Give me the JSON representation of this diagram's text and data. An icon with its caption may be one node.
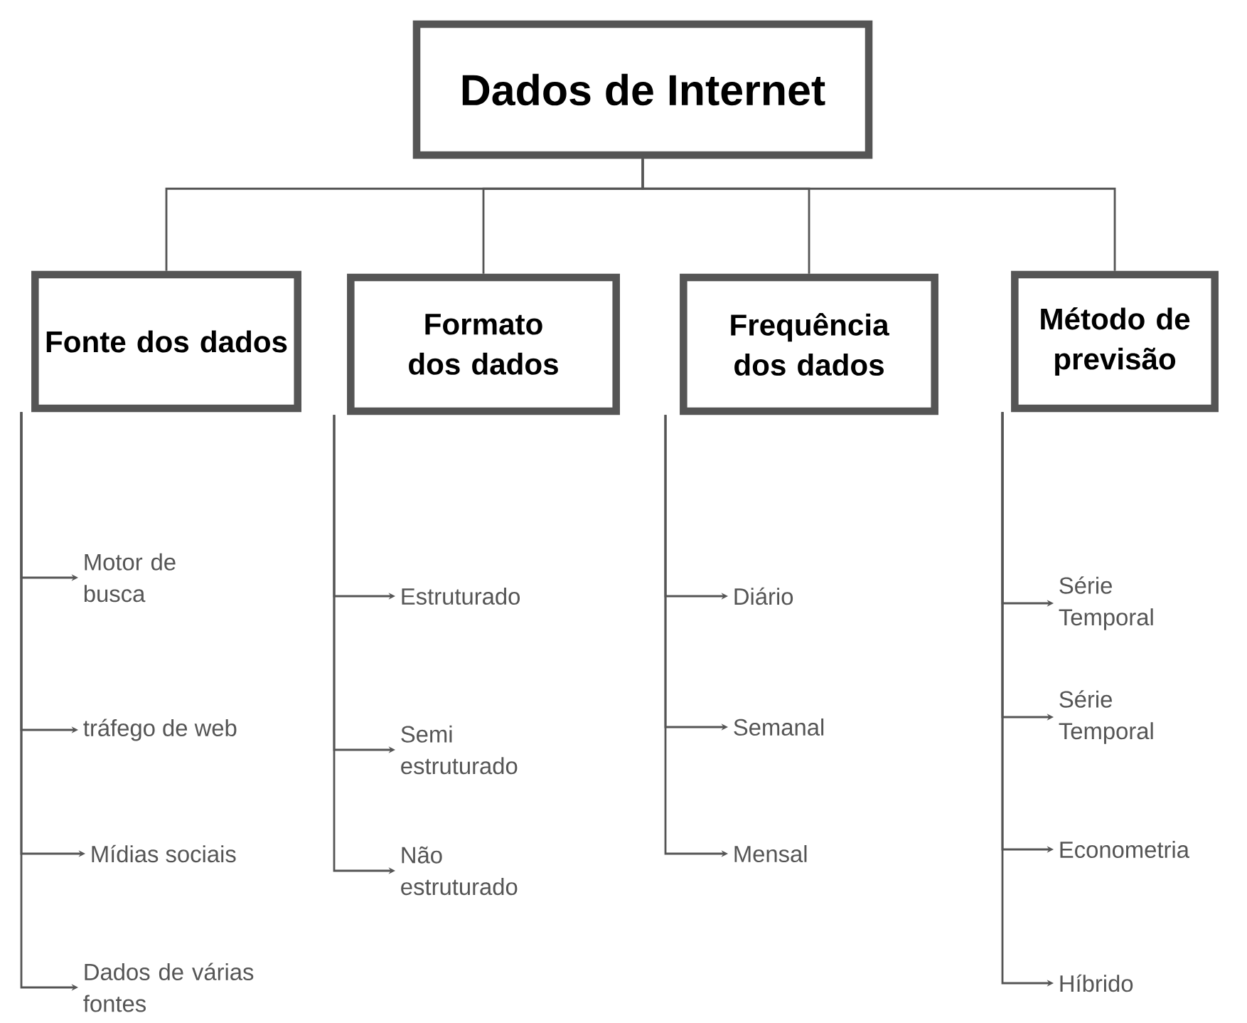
{
  "diagram": {
    "nodes": [
      {
        "text": [
          "Dados de Internet"
        ]
      },
      {
        "text": [
          "Fonte dos dados"
        ]
      },
      {
        "text": [
          "Formato dos dados"
        ]
      },
      {
        "text": [
          "Frequência dos dados"
        ]
      },
      {
        "text": [
          "Método de previsão"
        ]
      },
      {
        "text": [
          "Motor de busca"
        ]
      },
      {
        "text": [
          "tráfego de web"
        ]
      },
      {
        "text": [
          "Mídias sociais"
        ]
      },
      {
        "text": [
          "Dados de várias fontes"
        ]
      },
      {
        "text": [
          "Estruturado"
        ]
      },
      {
        "text": [
          "Semi estruturado"
        ]
      },
      {
        "text": [
          "Não estruturado"
        ]
      },
      {
        "text": [
          "Diário"
        ]
      },
      {
        "text": [
          "Semanal"
        ]
      },
      {
        "text": [
          "Mensal"
        ]
      },
      {
        "text": [
          "Série Temporal"
        ]
      },
      {
        "text": [
          "Série Temporal"
        ]
      },
      {
        "text": [
          "Econometria"
        ]
      },
      {
        "text": [
          "Híbrido"
        ]
      }
    ],
    "edges": [
      {
        "from": 0,
        "to": 1,
        "arrow": "none"
      },
      {
        "from": 0,
        "to": 2,
        "arrow": "none"
      },
      {
        "from": 0,
        "to": 3,
        "arrow": "none"
      },
      {
        "from": 0,
        "to": 4,
        "arrow": "none"
      },
      {
        "from": 1,
        "to": 5,
        "arrow": "to"
      },
      {
        "from": 1,
        "to": 6,
        "arrow": "to"
      },
      {
        "from": 1,
        "to": 7,
        "arrow": "to"
      },
      {
        "from": 1,
        "to": 8,
        "arrow": "to"
      },
      {
        "from": 2,
        "to": 9,
        "arrow": "to"
      },
      {
        "from": 2,
        "to": 10,
        "arrow": "to"
      },
      {
        "from": 2,
        "to": 11,
        "arrow": "to"
      },
      {
        "from": 3,
        "to": 12,
        "arrow": "to"
      },
      {
        "from": 3,
        "to": 13,
        "arrow": "to"
      },
      {
        "from": 3,
        "to": 14,
        "arrow": "to"
      },
      {
        "from": 4,
        "to": 15,
        "arrow": "to"
      },
      {
        "from": 4,
        "to": 16,
        "arrow": "to"
      },
      {
        "from": 4,
        "to": 17,
        "arrow": "to"
      },
      {
        "from": 4,
        "to": 18,
        "arrow": "to"
      }
    ]
  }
}
